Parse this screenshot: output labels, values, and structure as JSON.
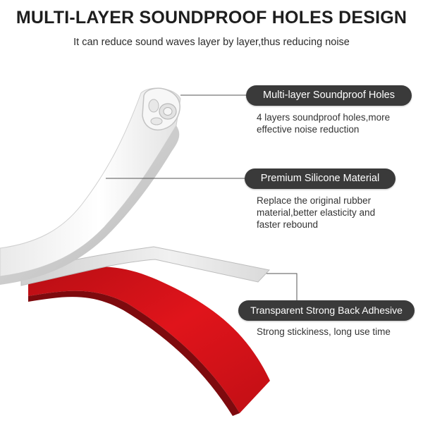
{
  "header": {
    "title": "MULTI-LAYER SOUNDPROOF HOLES DESIGN",
    "subtitle": "It can reduce sound waves layer by layer,thus reducing noise"
  },
  "features": [
    {
      "label": "Multi-layer Soundproof Holes",
      "description_lines": [
        "4 layers soundproof holes,more",
        "effective noise reduction"
      ]
    },
    {
      "label": "Premium Silicone  Material",
      "description_lines": [
        "Replace the original rubber",
        "material,better elasticity and",
        "faster rebound"
      ]
    },
    {
      "label": "Transparent Strong Back Adhesive",
      "description_lines": [
        "Strong stickiness, long use time"
      ]
    }
  ],
  "colors": {
    "pill_background": "#3a3a3a",
    "pill_text": "#ffffff",
    "adhesive_liner": "#d0161b",
    "silicone_strip": "#f4f4f4",
    "leader_line": "#555555"
  }
}
